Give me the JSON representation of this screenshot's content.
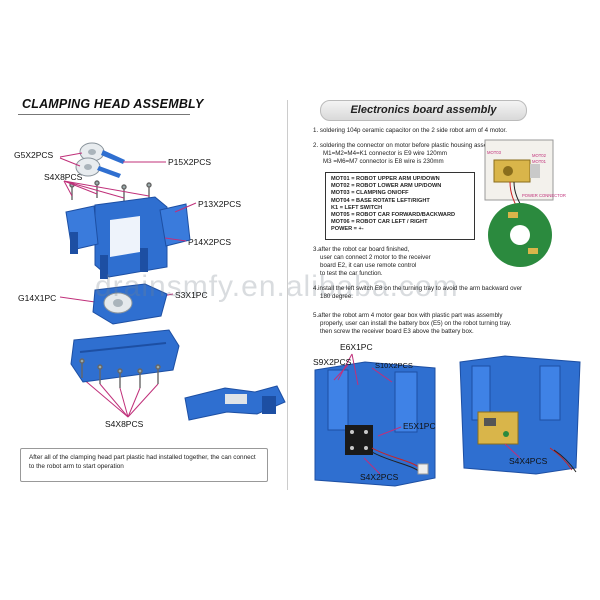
{
  "left": {
    "title": "CLAMPING HEAD ASSEMBLY",
    "labels": {
      "g5": "G5X2PCS",
      "p15": "P15X2PCS",
      "s4a": "S4X8PCS",
      "p13": "P13X2PCS",
      "p14": "P14X2PCS",
      "g14": "G14X1PC",
      "s3": "S3X1PC",
      "s4b": "S4X8PCS"
    },
    "note": "After all of the clamping head part plastic had installed together, the can connect to the robot arm to start operation"
  },
  "right": {
    "title": "Electronics board assembly",
    "steps": {
      "s1": "1. soldering 104p ceramic capacitor on the 2 side  robot arm of 4 motor.",
      "s2a": "2. soldering the connector on motor before plastic housing assembly.",
      "s2b": "M1=M2=M4=K1 connector is E9 wire 120mm",
      "s2c": "M3 =M6=M7 connector is E8 wire is 230mm",
      "s3a": "3.after the robot car board finished,",
      "s3b": "user can connect 2 motor to the receiver",
      "s3c": "board E2, it can use remote control",
      "s3d": "to test the car function.",
      "s4a": "4.install the left switch E8 on the turning tray to avoid the arm backward over",
      "s4b": "180 degree.",
      "s5a": "5.after the robot arm 4 motor gear box with plastic part was assembly",
      "s5b": "properly, user can install the battery box (E5) on the robot turning tray.",
      "s5c": "then screw the receiver board E3 above the battery box."
    },
    "motor_box": [
      "MOT01 = ROBOT UPPER ARM UP/DOWN",
      "MOT02 = ROBOT LOWER ARM UP/DOWN",
      "MOT03 = CLAMPING ON/OFF",
      "MOT04 = BASE ROTATE LEFT/RIGHT",
      "K1 =  LEFT SWITCH",
      "MOT05 = ROBOT CAR FORWARD/BACKWARD",
      "MOT06 = ROBOT CAR LEFT / RIGHT",
      "POWER = +-"
    ],
    "photo_labels": {
      "mot03": "MOT03",
      "mot02": "MOT02",
      "mot01": "MOT01",
      "power_connector": "POWER CONNECTOR"
    },
    "labels": {
      "e6": "E6X1PC",
      "s9": "S9X2PCS",
      "s10": "S10X2PCS",
      "e5": "E5X1PC",
      "s4x2": "S4X2PCS",
      "s4x4": "S4X4PCS"
    }
  },
  "watermark": "drainsmfy.en.alibaba.com",
  "colors": {
    "plastic_blue": "#2f6fd0",
    "plastic_dark": "#1d4fa3",
    "leader_pink": "#c0307a",
    "pcb_green": "#2b8a3e",
    "motor_yellow": "#d9b54a"
  }
}
